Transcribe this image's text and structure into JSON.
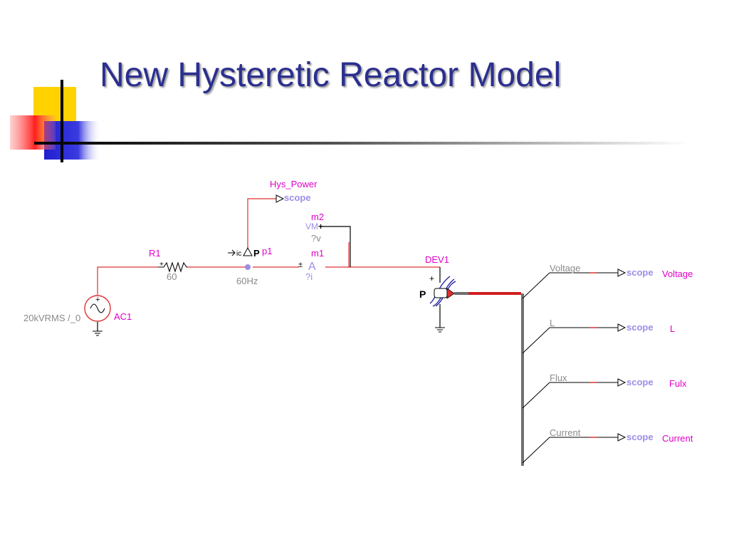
{
  "slide": {
    "title": "New Hysteretic Reactor Model"
  },
  "circuit": {
    "source": {
      "name": "AC1",
      "value": "20kVRMS /_0"
    },
    "resistor": {
      "name": "R1",
      "value": "60"
    },
    "power_meter": {
      "name": "p1",
      "symbol": "P",
      "input_label": "ic",
      "frequency": "60Hz"
    },
    "hys_power": {
      "label": "Hys_Power",
      "scope_label": "scope"
    },
    "voltmeter": {
      "name": "m2",
      "symbol": "VM",
      "plus_sign": "+",
      "output_label": "?v"
    },
    "ammeter": {
      "name": "m1",
      "symbol": "A",
      "plus_sign": "±",
      "output_label": "?i"
    },
    "reactor": {
      "name": "DEV1",
      "port_label": "P",
      "plus_sign": "+"
    },
    "outputs": [
      {
        "signal": "Voltage",
        "scope_label": "scope",
        "display": "Voltage"
      },
      {
        "signal": "L",
        "scope_label": "scope",
        "display": "L"
      },
      {
        "signal": "Flux",
        "scope_label": "scope",
        "display": "Fulx"
      },
      {
        "signal": "Current",
        "scope_label": "scope",
        "display": "Current"
      }
    ]
  },
  "colors": {
    "title": "#2b2f8f",
    "label_magenta": "#e000c8",
    "scope_blue": "#9a8ee8",
    "value_gray": "#8a8a8a",
    "wire_red": "#e03030",
    "wire_black": "#000000",
    "bus_gray": "#707070"
  }
}
